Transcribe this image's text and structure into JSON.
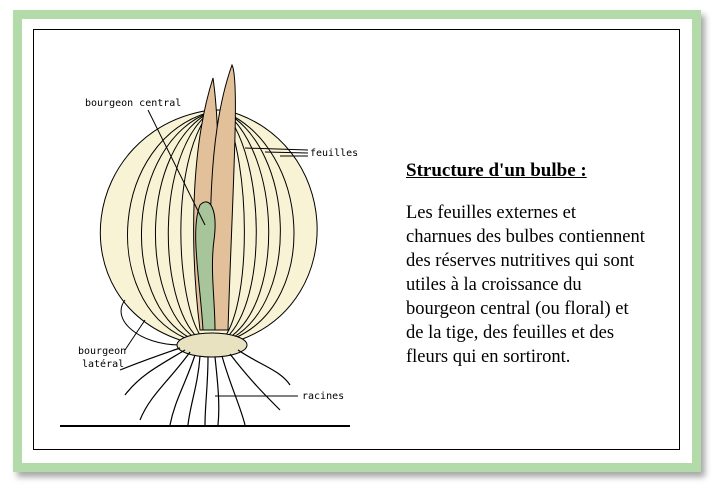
{
  "diagram": {
    "labels": {
      "central_bud": "bourgeon central",
      "leaves": "feuilles",
      "lateral_bud_line1": "bourgeon",
      "lateral_bud_line2": "latéral",
      "roots": "racines"
    }
  },
  "text": {
    "title": "Structure d'un bulbe :",
    "body": "Les feuilles externes et charnues des bulbes contiennent des réserves nutritives qui sont utiles à la croissance du bourgeon central (ou floral) et de la tige, des feuilles et des fleurs qui en sortiront."
  },
  "colors": {
    "frame": "#b3dba9",
    "scale": "#f7f3d4",
    "sheath": "#e2c09a",
    "bud": "#a8c49a"
  }
}
